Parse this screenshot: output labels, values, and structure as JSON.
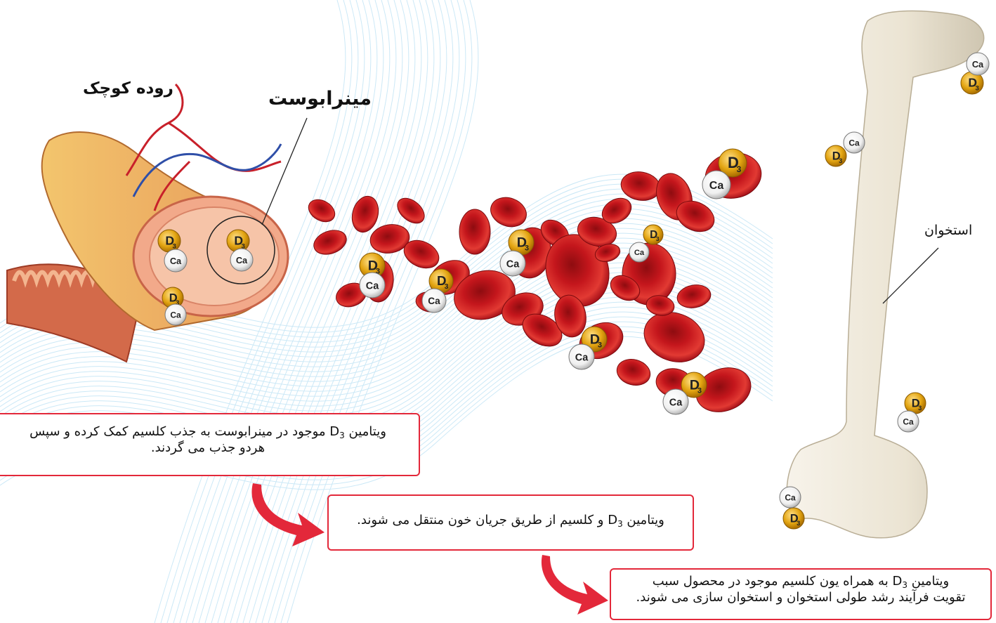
{
  "labels": {
    "small_intestine": "روده کوچک",
    "mineral_boost": "مینرابوست",
    "bone": "استخوان"
  },
  "molecules": {
    "vitamin": "D",
    "vitamin_subscript": "3",
    "calcium": "Ca"
  },
  "captions": {
    "step1": {
      "line1_before": "ویتامین ",
      "vitamin": "D",
      "subscript": "3",
      "line1_after": " موجود در مینرابوست به جذب کلسیم کمک کرده و سپس",
      "line2": "هردو جذب می گردند."
    },
    "step2": {
      "before": "ویتامین ",
      "vitamin": "D",
      "subscript": "3",
      "after": " و کلسیم از طریق جریان خون منتقل می شوند."
    },
    "step3": {
      "line1_before": "ویتامین ",
      "vitamin": "D",
      "subscript": "3",
      "line1_after": " به همراه یون کلسیم موجود در محصول سبب",
      "line2": "تقویت فرآیند رشد طولی استخوان و استخوان سازی می شوند."
    }
  },
  "colors": {
    "caption_border": "#e3283a",
    "arrow": "#e3283a",
    "blood_cell": "#c4161c",
    "vitamin_ball": "#e3a512",
    "calcium_ball": "#f5f5f5",
    "bone": "#ece6d6",
    "background_lines": "#bfe3f5"
  }
}
